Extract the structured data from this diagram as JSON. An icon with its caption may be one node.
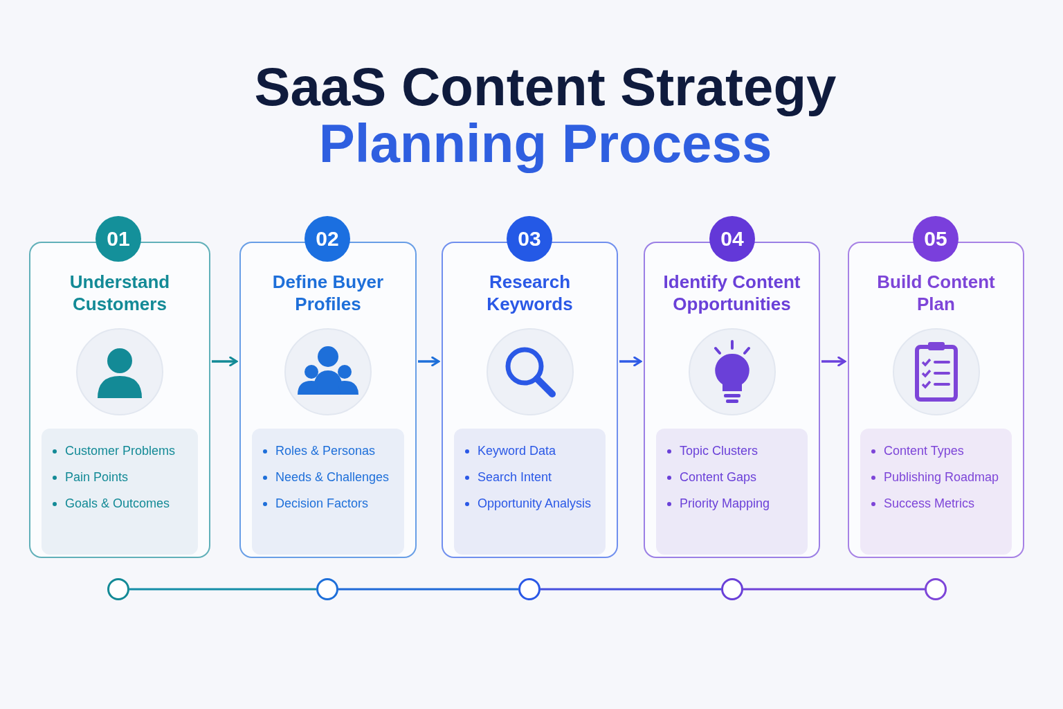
{
  "diagram": {
    "title": "SaaS Content Strategy",
    "nodes": [
      {
        "text": [
          "01"
        ]
      },
      {
        "text": [
          "Understand Customers"
        ]
      },
      {
        "text": [
          "Customer Problems",
          "Pain Points",
          "Goals & Outcomes"
        ],
        "in": 1
      },
      {
        "text": [
          "02"
        ]
      },
      {
        "text": [
          "Define Buyer Profiles"
        ]
      },
      {
        "text": [
          "Roles & Personas",
          "Needs & Challenges",
          "Decision Factors"
        ],
        "in": 4
      },
      {
        "text": [
          "03"
        ]
      },
      {
        "text": [
          "Research Keywords"
        ]
      },
      {
        "text": [
          "Keyword Data",
          "Search Intent",
          "Opportunity Analysis"
        ],
        "in": 7
      },
      {
        "text": [
          "04"
        ]
      },
      {
        "text": [
          "Identify Content Opportunities"
        ]
      },
      {
        "text": [
          "Topic Clusters",
          "Content Gaps",
          "Priority Mapping"
        ],
        "in": 10
      },
      {
        "text": [
          "05"
        ]
      },
      {
        "text": [
          "Build Content Plan"
        ]
      },
      {
        "text": [
          "Content Types",
          "Publishing Roadmap",
          "Success Metrics"
        ],
        "in": 13
      },
      {
        "text": [],
        "shape": "circle"
      },
      {
        "text": [],
        "shape": "circle"
      },
      {
        "text": [],
        "shape": "circle"
      },
      {
        "text": [],
        "shape": "circle"
      },
      {
        "text": [],
        "shape": "circle"
      }
    ],
    "edges": [
      {
        "from": 1,
        "to": 4,
        "arrow": "to",
        "color": "#138a96"
      },
      {
        "from": 4,
        "to": 7,
        "arrow": "to",
        "color": "#1e6fd9"
      },
      {
        "from": 7,
        "to": 10,
        "arrow": "to",
        "color": "#2f5be6"
      },
      {
        "from": 10,
        "to": 13,
        "arrow": "to",
        "color": "#6a42dc"
      },
      {
        "from": 15,
        "to": 16,
        "arrow": "none",
        "color": "#158ea8"
      },
      {
        "from": 16,
        "to": 17,
        "arrow": "none",
        "color": "#1f6ad8"
      },
      {
        "from": 17,
        "to": 18,
        "arrow": "none",
        "color": "#4650de"
      },
      {
        "from": 18,
        "to": 19,
        "arrow": "none",
        "color": "#7042d8"
      }
    ],
    "labels": [
      "Planning Process"
    ]
  }
}
